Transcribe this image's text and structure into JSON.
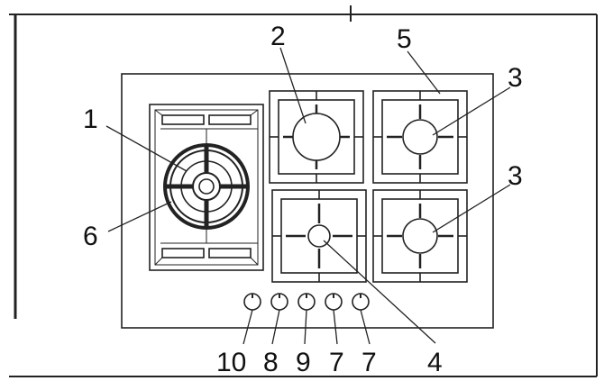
{
  "diagram": {
    "callouts": {
      "wok_burner": "1",
      "semi_rapid_burner": "2",
      "rapid_burner_top": "3",
      "rapid_burner_bottom": "3",
      "auxiliary_burner": "4",
      "pan_support": "5",
      "wok_pan_support": "6",
      "knob_1_label": "10",
      "knob_2_label": "8",
      "knob_3_label": "9",
      "knob_4_label": "7",
      "knob_5_label": "7"
    }
  }
}
